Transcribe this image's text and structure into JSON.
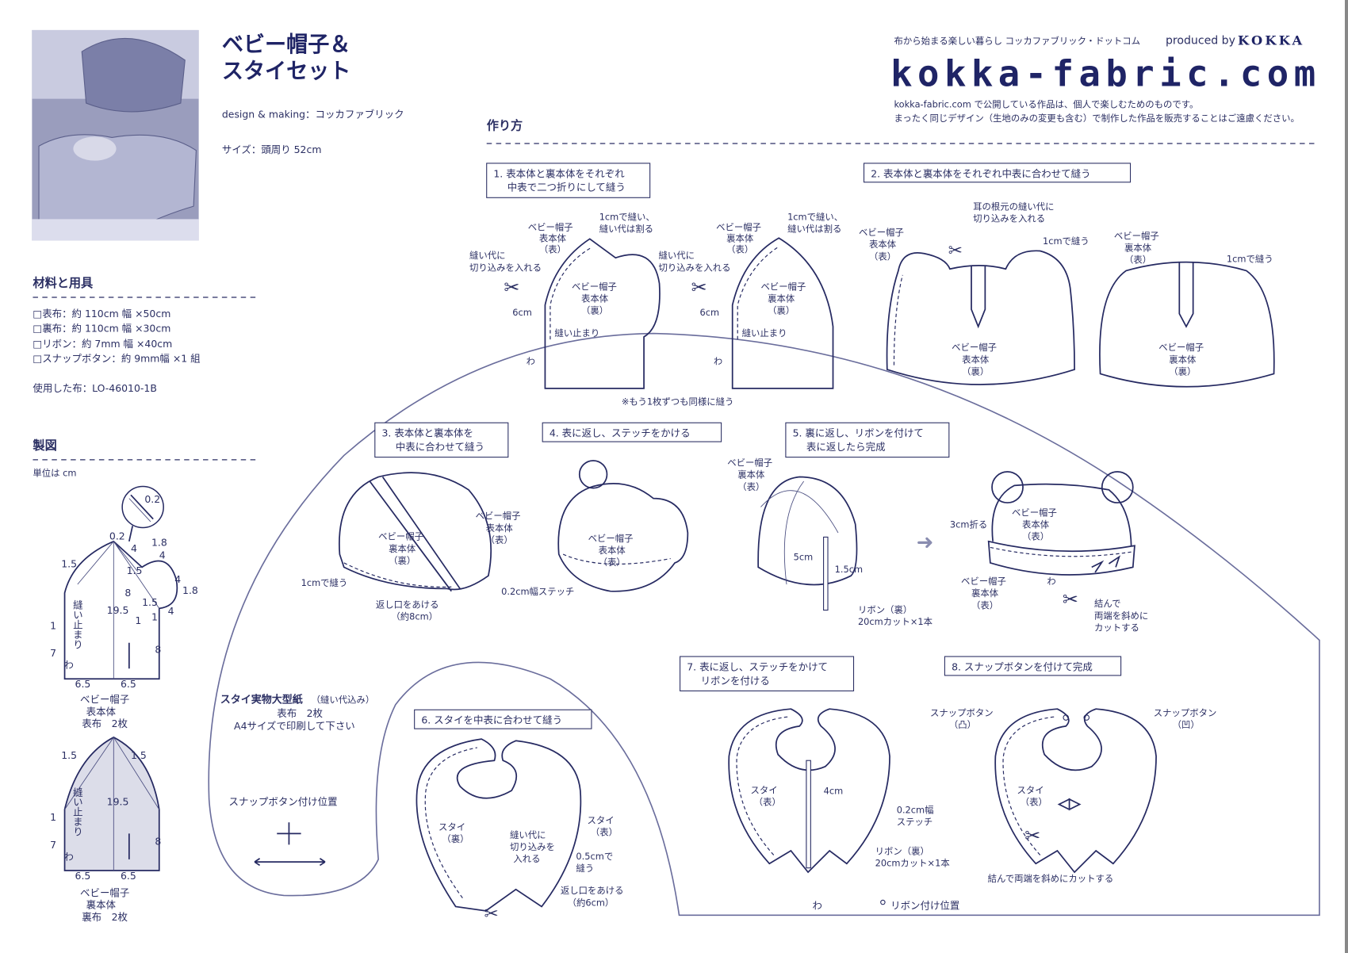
{
  "header": {
    "title_line1": "ベビー帽子＆",
    "title_line2": "スタイセット",
    "design": "design & making：コッカファブリック",
    "size": "サイズ：頭周り 52cm"
  },
  "site": {
    "tagline": "布から始まる楽しい暮らし コッカファブリック・ドットコム",
    "produced_by": "produced by",
    "brand": "KOKKA",
    "logo": "kokka-fabric.com",
    "notice": [
      "kokka-fabric.com で公開している作品は、個人で楽しむためのものです。",
      "まったく同じデザイン（生地のみの変更も含む）で制作した作品を販売することはご遠慮ください。"
    ]
  },
  "materials": {
    "heading": "材料と用具",
    "items": [
      "□表布：約 110cm 幅 ×50cm",
      "□裏布：約 110cm 幅 ×30cm",
      "□リボン：約 7mm 幅 ×40cm",
      "□スナップボタン：約 9mm幅 ×1 組"
    ],
    "fabric": "使用した布：LO-46010-1B"
  },
  "drafting": {
    "heading": "製図",
    "unit": "単位は cm",
    "dims": {
      "d02": "0.2",
      "d15": "1.5",
      "d18": "1.8",
      "d4": "4",
      "d8": "8",
      "d195": "19.5",
      "d1": "1",
      "d7": "7",
      "d65": "6.5"
    },
    "stop": "縫い止まり",
    "fold": "わ",
    "outer_label": [
      "ベビー帽子",
      "表本体",
      "表布　2枚"
    ],
    "inner_label": [
      "ベビー帽子",
      "裏本体",
      "裏布　2枚"
    ]
  },
  "bib_pattern": {
    "title": "スタイ実物大型紙",
    "title_note": "（縫い代込み）",
    "fabric": "表布　2枚",
    "print": "A4サイズで印刷して下さい",
    "snap_pos": "スナップボタン付け位置",
    "fold": "わ",
    "ribbon_pos": "リボン付け位置"
  },
  "howto": {
    "heading": "作り方",
    "steps": [
      {
        "label": [
          "1. 表本体と裏本体をそれぞれ",
          "中表で二つ折りにして縫う"
        ]
      },
      {
        "label": [
          "2. 表本体と裏本体をそれぞれ中表に合わせて縫う"
        ]
      },
      {
        "label": [
          "3. 表本体と裏本体を",
          "中表に合わせて縫う"
        ]
      },
      {
        "label": [
          "4. 表に返し、ステッチをかける"
        ]
      },
      {
        "label": [
          "5. 裏に返し、リボンを付けて",
          "表に返したら完成"
        ]
      },
      {
        "label": [
          "6. スタイを中表に合わせて縫う"
        ]
      },
      {
        "label": [
          "7. 表に返し、ステッチをかけて",
          "リボンを付ける"
        ]
      },
      {
        "label": [
          "8. スナップボタンを付けて完成"
        ]
      }
    ],
    "notes": {
      "hat": "ベビー帽子",
      "outer": "表本体",
      "inner": "裏本体",
      "front": "（表）",
      "back": "（裏）",
      "sew1cm_split": [
        "1cmで縫い、",
        "縫い代は割る"
      ],
      "notch": [
        "縫い代に",
        "切り込みを入れる"
      ],
      "six_cm": "6cm",
      "stop": "縫い止まり",
      "fold": "わ",
      "repeat": "※もう1枚ずつも同様に縫う",
      "ear_notch": [
        "耳の根元の縫い代に",
        "切り込みを入れる"
      ],
      "sew1cm": "1cmで縫う",
      "opening": [
        "返し口をあける",
        "（約8cm）"
      ],
      "stitch02": "0.2cm幅ステッチ",
      "five_cm": "5cm",
      "one5_cm": "1.5cm",
      "ribbon20": [
        "リボン（裏）",
        "20cmカット×1本"
      ],
      "fold3": "3cm折る",
      "tie_cut": [
        "結んで",
        "両端を斜めに",
        "カットする"
      ],
      "bib": "スタイ",
      "bib_notch": [
        "縫い代に",
        "切り込みを",
        "入れる"
      ],
      "sew05": [
        "0.5cmで",
        "縫う"
      ],
      "opening6": [
        "返し口をあける",
        "（約6cm）"
      ],
      "four_cm": "4cm",
      "stitch02b": [
        "0.2cm幅",
        "ステッチ"
      ],
      "snap_m": [
        "スナップボタン",
        "（凸）"
      ],
      "snap_f": [
        "スナップボタン",
        "（凹）"
      ],
      "tie_cut2": "結んで両端を斜めにカットする"
    }
  }
}
